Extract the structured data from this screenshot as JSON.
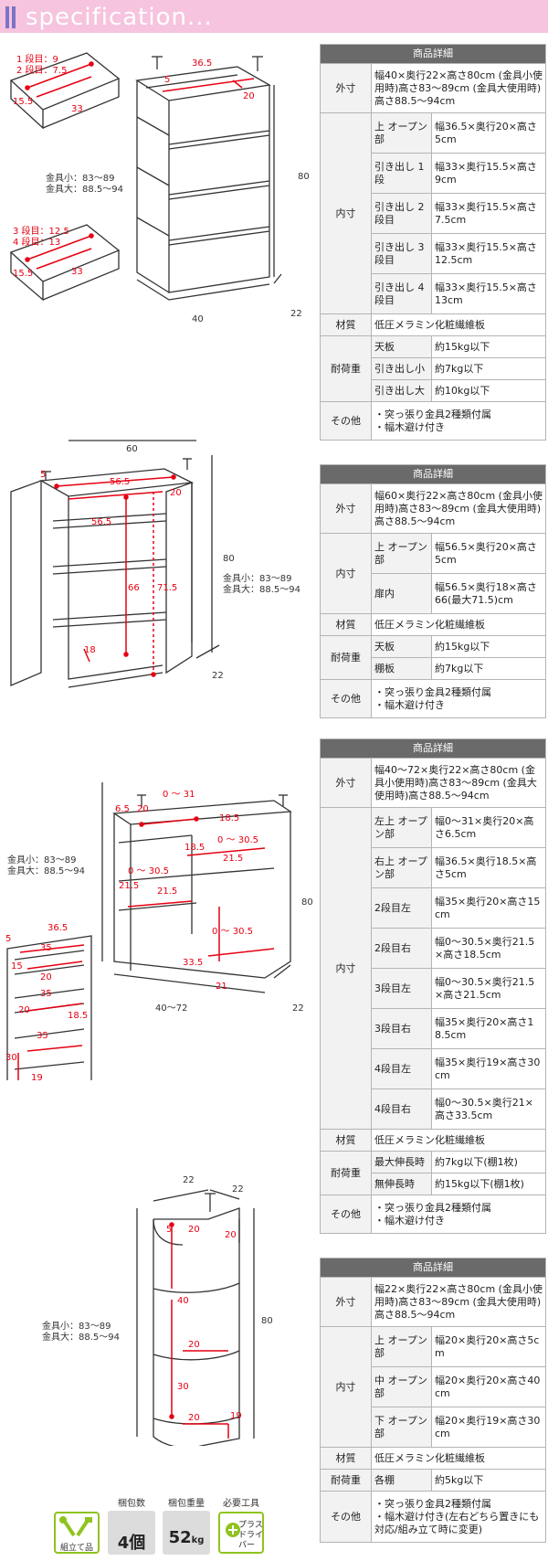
{
  "header": {
    "title": "specification..."
  },
  "fig1": {
    "d1": "1 段目：9",
    "d2": "2 段目：7.5",
    "d3_15": "15.5",
    "d3_33": "33",
    "kanagu1": "金具小：83～89",
    "kanagu2": "金具大：88.5～94",
    "d4": "3 段目：12.5",
    "d5": "4 段目：13",
    "d6_15": "15.5",
    "d6_33": "33",
    "w365": "36.5",
    "w5": "5",
    "w20": "20",
    "h80": "80",
    "w40": "40",
    "w22": "22"
  },
  "fig2": {
    "w60": "60",
    "w565": "56.5",
    "w5": "5",
    "w20": "20",
    "w565b": "56.5",
    "h66": "66",
    "h715": "71.5",
    "d18": "18",
    "h80": "80",
    "w22": "22",
    "kanagu1": "金具小：83～89",
    "kanagu2": "金具大：88.5～94"
  },
  "fig3": {
    "r031": "0 ～ 31",
    "w65": "6.5",
    "w20": "20",
    "w185": "18.5",
    "r0305a": "0 ～ 30.5",
    "w185b": "18.5",
    "w215": "21.5",
    "r0305b": "0 ～ 30.5",
    "w215b": "21.5",
    "w215c": "21.5",
    "r0305c": "0 ～ 30.5",
    "h335": "33.5",
    "w21": "21",
    "h80": "80",
    "w4072": "40～72",
    "w22": "22",
    "kanagu1": "金具小：83～89",
    "kanagu2": "金具大：88.5～94",
    "s365": "36.5",
    "s5": "5",
    "s35a": "35",
    "s15": "15",
    "s20a": "20",
    "s35b": "35",
    "s20b": "20",
    "s185": "18.5",
    "s35c": "35",
    "s30": "30",
    "s19": "19"
  },
  "fig4": {
    "t22a": "22",
    "t22b": "22",
    "w5": "5",
    "w20a": "20",
    "w20b": "20",
    "h40": "40",
    "w20c": "20",
    "h30": "30",
    "w20d": "20",
    "w19": "19",
    "h80": "80",
    "kanagu1": "金具小：83～89",
    "kanagu2": "金具大：88.5～94"
  },
  "t1": {
    "header": "商品詳細",
    "gaisun": "外寸",
    "gaisun_v": "幅40×奥行22×高さ80cm (金具小使用時)高さ83～89cm (金具大使用時)高さ88.5～94cm",
    "naisun": "内寸",
    "r1k": "上 オープン部",
    "r1v": "幅36.5×奥行20×高さ5cm",
    "r2k": "引き出し 1段",
    "r2v": "幅33×奥行15.5×高さ9cm",
    "r3k": "引き出し 2段目",
    "r3v": "幅33×奥行15.5×高さ7.5cm",
    "r4k": "引き出し 3段目",
    "r4v": "幅33×奥行15.5×高さ12.5cm",
    "r5k": "引き出し 4段目",
    "r5v": "幅33×奥行15.5×高さ13cm",
    "zai": "材質",
    "zai_v": "低圧メラミン化粧繊維板",
    "tai": "耐荷重",
    "t1k": "天板",
    "t1v": "約15kg以下",
    "t2k": "引き出し小",
    "t2v": "約7kg以下",
    "t3k": "引き出し大",
    "t3v": "約10kg以下",
    "other": "その他",
    "other_v1": "・突っ張り金具2種類付属",
    "other_v2": "・幅木避け付き"
  },
  "t2": {
    "header": "商品詳細",
    "gaisun": "外寸",
    "gaisun_v": "幅60×奥行22×高さ80cm (金具小使用時)高さ83～89cm (金具大使用時)高さ88.5～94cm",
    "naisun": "内寸",
    "r1k": "上 オープン部",
    "r1v": "幅56.5×奥行20×高さ5cm",
    "r2k": "扉内",
    "r2v": "幅56.5×奥行18×高さ66(最大71.5)cm",
    "zai": "材質",
    "zai_v": "低圧メラミン化粧繊維板",
    "tai": "耐荷重",
    "t1k": "天板",
    "t1v": "約15kg以下",
    "t2k": "棚板",
    "t2v": "約7kg以下",
    "other": "その他",
    "other_v1": "・突っ張り金具2種類付属",
    "other_v2": "・幅木避け付き"
  },
  "t3": {
    "header": "商品詳細",
    "gaisun": "外寸",
    "gaisun_v": "幅40～72×奥行22×高さ80cm (金具小使用時)高さ83～89cm (金具大使用時)高さ88.5～94cm",
    "naisun": "内寸",
    "r1k": "左上 オープン部",
    "r1v": "幅0～31×奥行20×高さ6.5cm",
    "r2k": "右上 オープン部",
    "r2v": "幅36.5×奥行18.5×高さ5cm",
    "r3k": "2段目左",
    "r3v": "幅35×奥行20×高さ15cm",
    "r4k": "2段目右",
    "r4v": "幅0～30.5×奥行21.5×高さ18.5cm",
    "r5k": "3段目左",
    "r5v": "幅0～30.5×奥行21.5×高さ21.5cm",
    "r6k": "3段目右",
    "r6v": "幅35×奥行20×高さ18.5cm",
    "r7k": "4段目左",
    "r7v": "幅35×奥行19×高さ30cm",
    "r8k": "4段目右",
    "r8v": "幅0～30.5×奥行21×高さ33.5cm",
    "zai": "材質",
    "zai_v": "低圧メラミン化粧繊維板",
    "tai": "耐荷重",
    "t1k": "最大伸長時",
    "t1v": "約7kg以下(棚1枚)",
    "t2k": "無伸長時",
    "t2v": "約15kg以下(棚1枚)",
    "other": "その他",
    "other_v1": "・突っ張り金具2種類付属",
    "other_v2": "・幅木避け付き"
  },
  "t4": {
    "header": "商品詳細",
    "gaisun": "外寸",
    "gaisun_v": "幅22×奥行22×高さ80cm (金具小使用時)高さ83～89cm (金具大使用時)高さ88.5～94cm",
    "naisun": "内寸",
    "r1k": "上 オープン部",
    "r1v": "幅20×奥行20×高さ5cm",
    "r2k": "中 オープン部",
    "r2v": "幅20×奥行20×高さ40cm",
    "r3k": "下 オープン部",
    "r3v": "幅20×奥行19×高さ30cm",
    "zai": "材質",
    "zai_v": "低圧メラミン化粧繊維板",
    "tai": "耐荷重",
    "t1k": "各棚",
    "t1v": "約5kg以下",
    "other": "その他",
    "other_v1": "・突っ張り金具2種類付属",
    "other_v2": "・幅木避け付き(左右どちら置きにも対応/組み立て時に変更)"
  },
  "icons": {
    "assembly_top": "",
    "assembly_bottom": "組立て品",
    "boxes_top": "梱包数",
    "boxes_value": "4個",
    "weight_top": "梱包重量",
    "weight_value": "52",
    "weight_unit": "kg",
    "tool_top": "必要工具",
    "tool_value": "プラス ドライバー"
  }
}
